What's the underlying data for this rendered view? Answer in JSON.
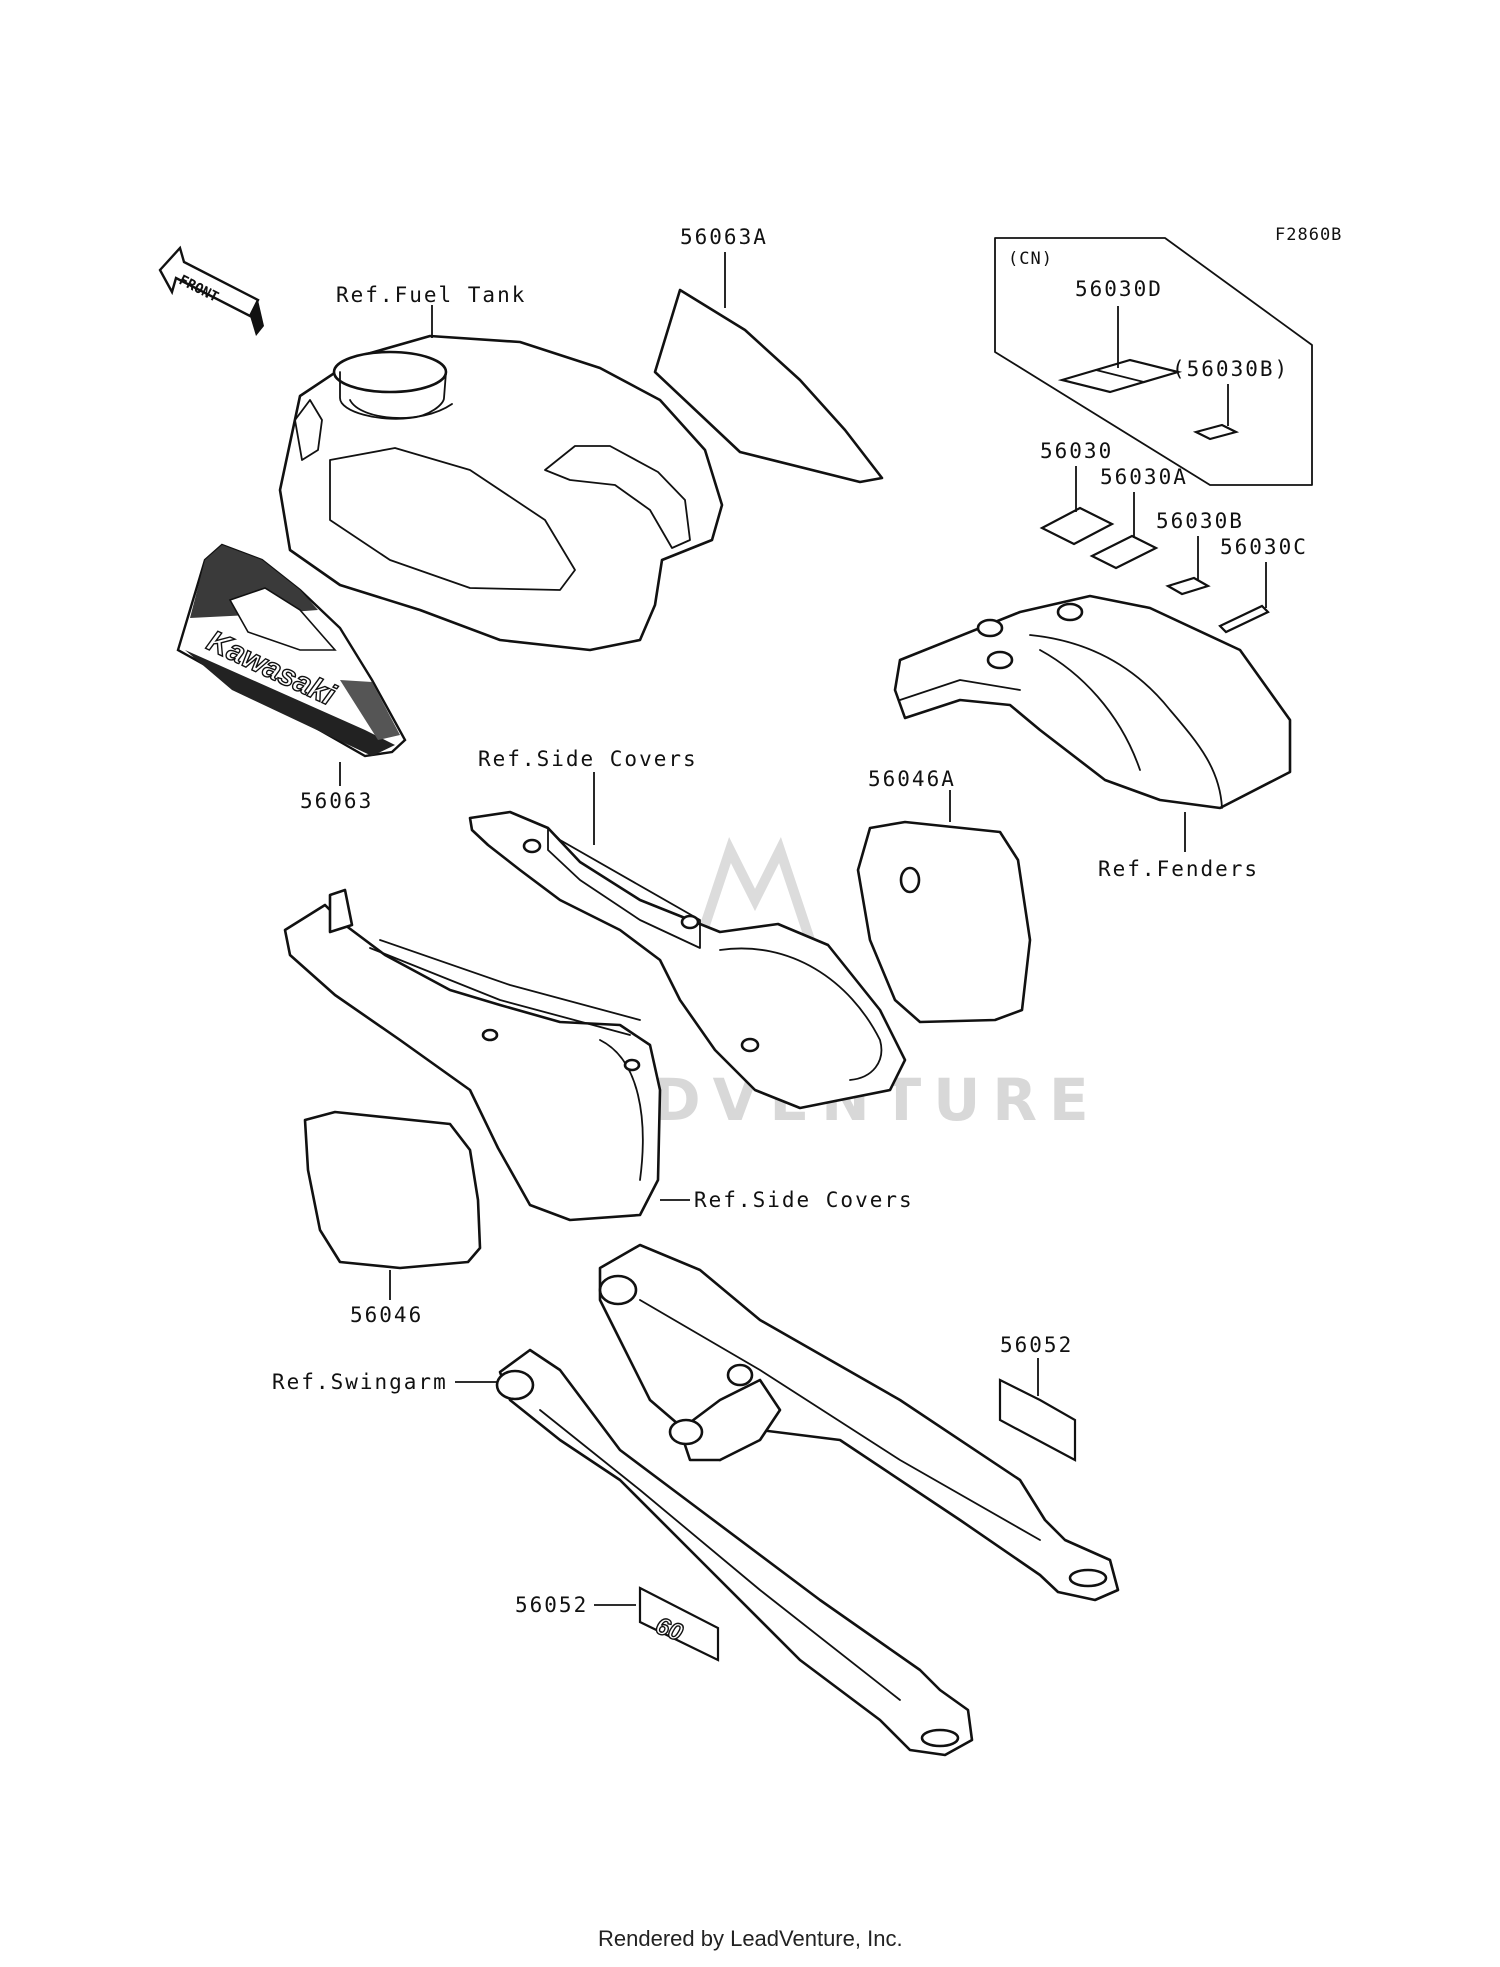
{
  "diagram": {
    "code": "F2860B",
    "region": "(CN)",
    "front_label": "FRONT",
    "brand_decal_text": "Kawasaki",
    "number_plate_text": "60",
    "watermark": "LEADVENTURE",
    "footer": "Rendered by LeadVenture, Inc."
  },
  "callouts": [
    {
      "id": "56063A",
      "text": "56063A"
    },
    {
      "id": "ref-fuel-tank",
      "text": "Ref.Fuel Tank"
    },
    {
      "id": "56063",
      "text": "56063"
    },
    {
      "id": "56030D",
      "text": "56030D"
    },
    {
      "id": "56030B-cn",
      "text": "(56030B)"
    },
    {
      "id": "56030",
      "text": "56030"
    },
    {
      "id": "56030A",
      "text": "56030A"
    },
    {
      "id": "56030B",
      "text": "56030B"
    },
    {
      "id": "56030C",
      "text": "56030C"
    },
    {
      "id": "ref-side-covers-1",
      "text": "Ref.Side Covers"
    },
    {
      "id": "56046A",
      "text": "56046A"
    },
    {
      "id": "ref-fenders",
      "text": "Ref.Fenders"
    },
    {
      "id": "ref-side-covers-2",
      "text": "Ref.Side Covers"
    },
    {
      "id": "56046",
      "text": "56046"
    },
    {
      "id": "56052-upper",
      "text": "56052"
    },
    {
      "id": "ref-swingarm",
      "text": "Ref.Swingarm"
    },
    {
      "id": "56052-lower",
      "text": "56052"
    }
  ]
}
